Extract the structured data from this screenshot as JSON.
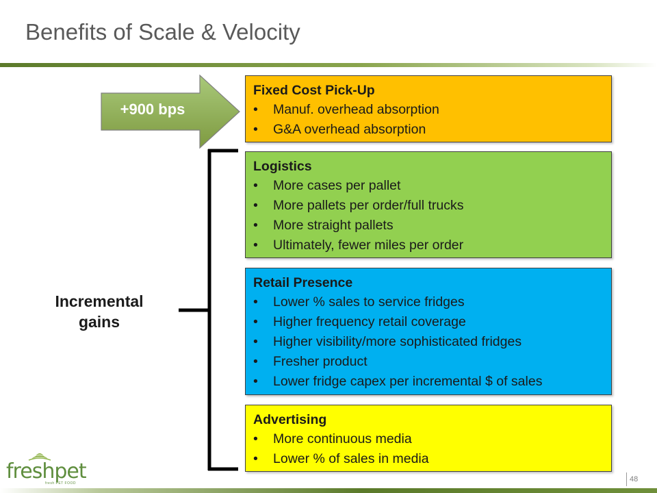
{
  "slide": {
    "title": "Benefits of Scale & Velocity",
    "arrow_label": "+900 bps",
    "bracket_label": "Incremental gains",
    "page_number": "48",
    "logo_text": "freshpet",
    "logo_tagline": "fresh PET FOOD"
  },
  "boxes": [
    {
      "heading": "Fixed Cost Pick-Up",
      "color": "#ffc000",
      "bullets": [
        "Manuf. overhead absorption",
        "G&A overhead absorption"
      ]
    },
    {
      "heading": "Logistics",
      "color": "#92d050",
      "bullets": [
        "More cases per pallet",
        "More pallets per order/full trucks",
        "More straight pallets",
        "Ultimately, fewer miles per order"
      ]
    },
    {
      "heading": "Retail Presence",
      "color": "#00b0f0",
      "bullets": [
        "Lower % sales to service fridges",
        "Higher frequency retail coverage",
        "Higher visibility/more sophisticated fridges",
        "Fresher product",
        "Lower fridge capex per incremental $ of sales"
      ]
    },
    {
      "heading": "Advertising",
      "color": "#ffff00",
      "bullets": [
        "More continuous media",
        "Lower % of sales in media"
      ]
    }
  ],
  "colors": {
    "title_text": "#595959",
    "accent_green": "#5b7a2a",
    "arrow_fill": "#9bbb59"
  }
}
